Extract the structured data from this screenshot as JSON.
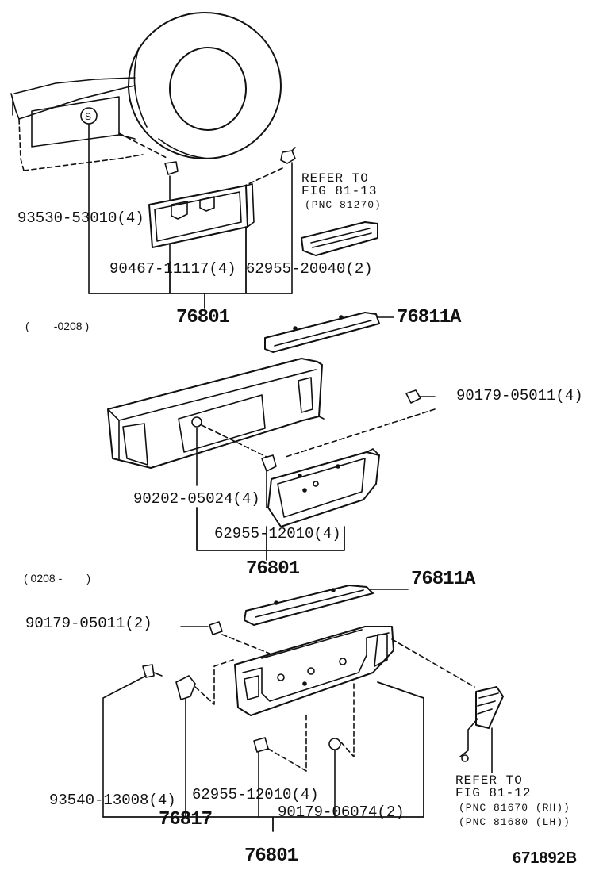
{
  "section1": {
    "parts": {
      "grommet": "93530-53010(4)",
      "clip": "90467-11117(4)",
      "screw": "62955-20040(2)",
      "assembly": "76801"
    },
    "refer": {
      "line1": "REFER TO",
      "line2": "FIG 81-13",
      "line3": "(PNC 81270)"
    }
  },
  "section2": {
    "date_range": "(        -0208 )",
    "parts": {
      "garnish": "76811A",
      "nut": "90179-05011(4)",
      "grommet": "90202-05024(4)",
      "screw": "62955-12010(4)",
      "assembly": "76801"
    }
  },
  "section3": {
    "date_range": "( 0208 -        )",
    "parts": {
      "garnish": "76811A",
      "nut": "90179-05011(2)",
      "bolt": "93540-13008(4)",
      "bracket": "76817",
      "screw": "62955-12010(4)",
      "nut2": "90179-06074(2)",
      "assembly": "76801"
    },
    "refer": {
      "line1": "REFER TO",
      "line2": "FIG 81-12",
      "line3": "(PNC 81670 (RH))",
      "line4": "(PNC 81680 (LH))"
    }
  },
  "figure_number": "671892B"
}
